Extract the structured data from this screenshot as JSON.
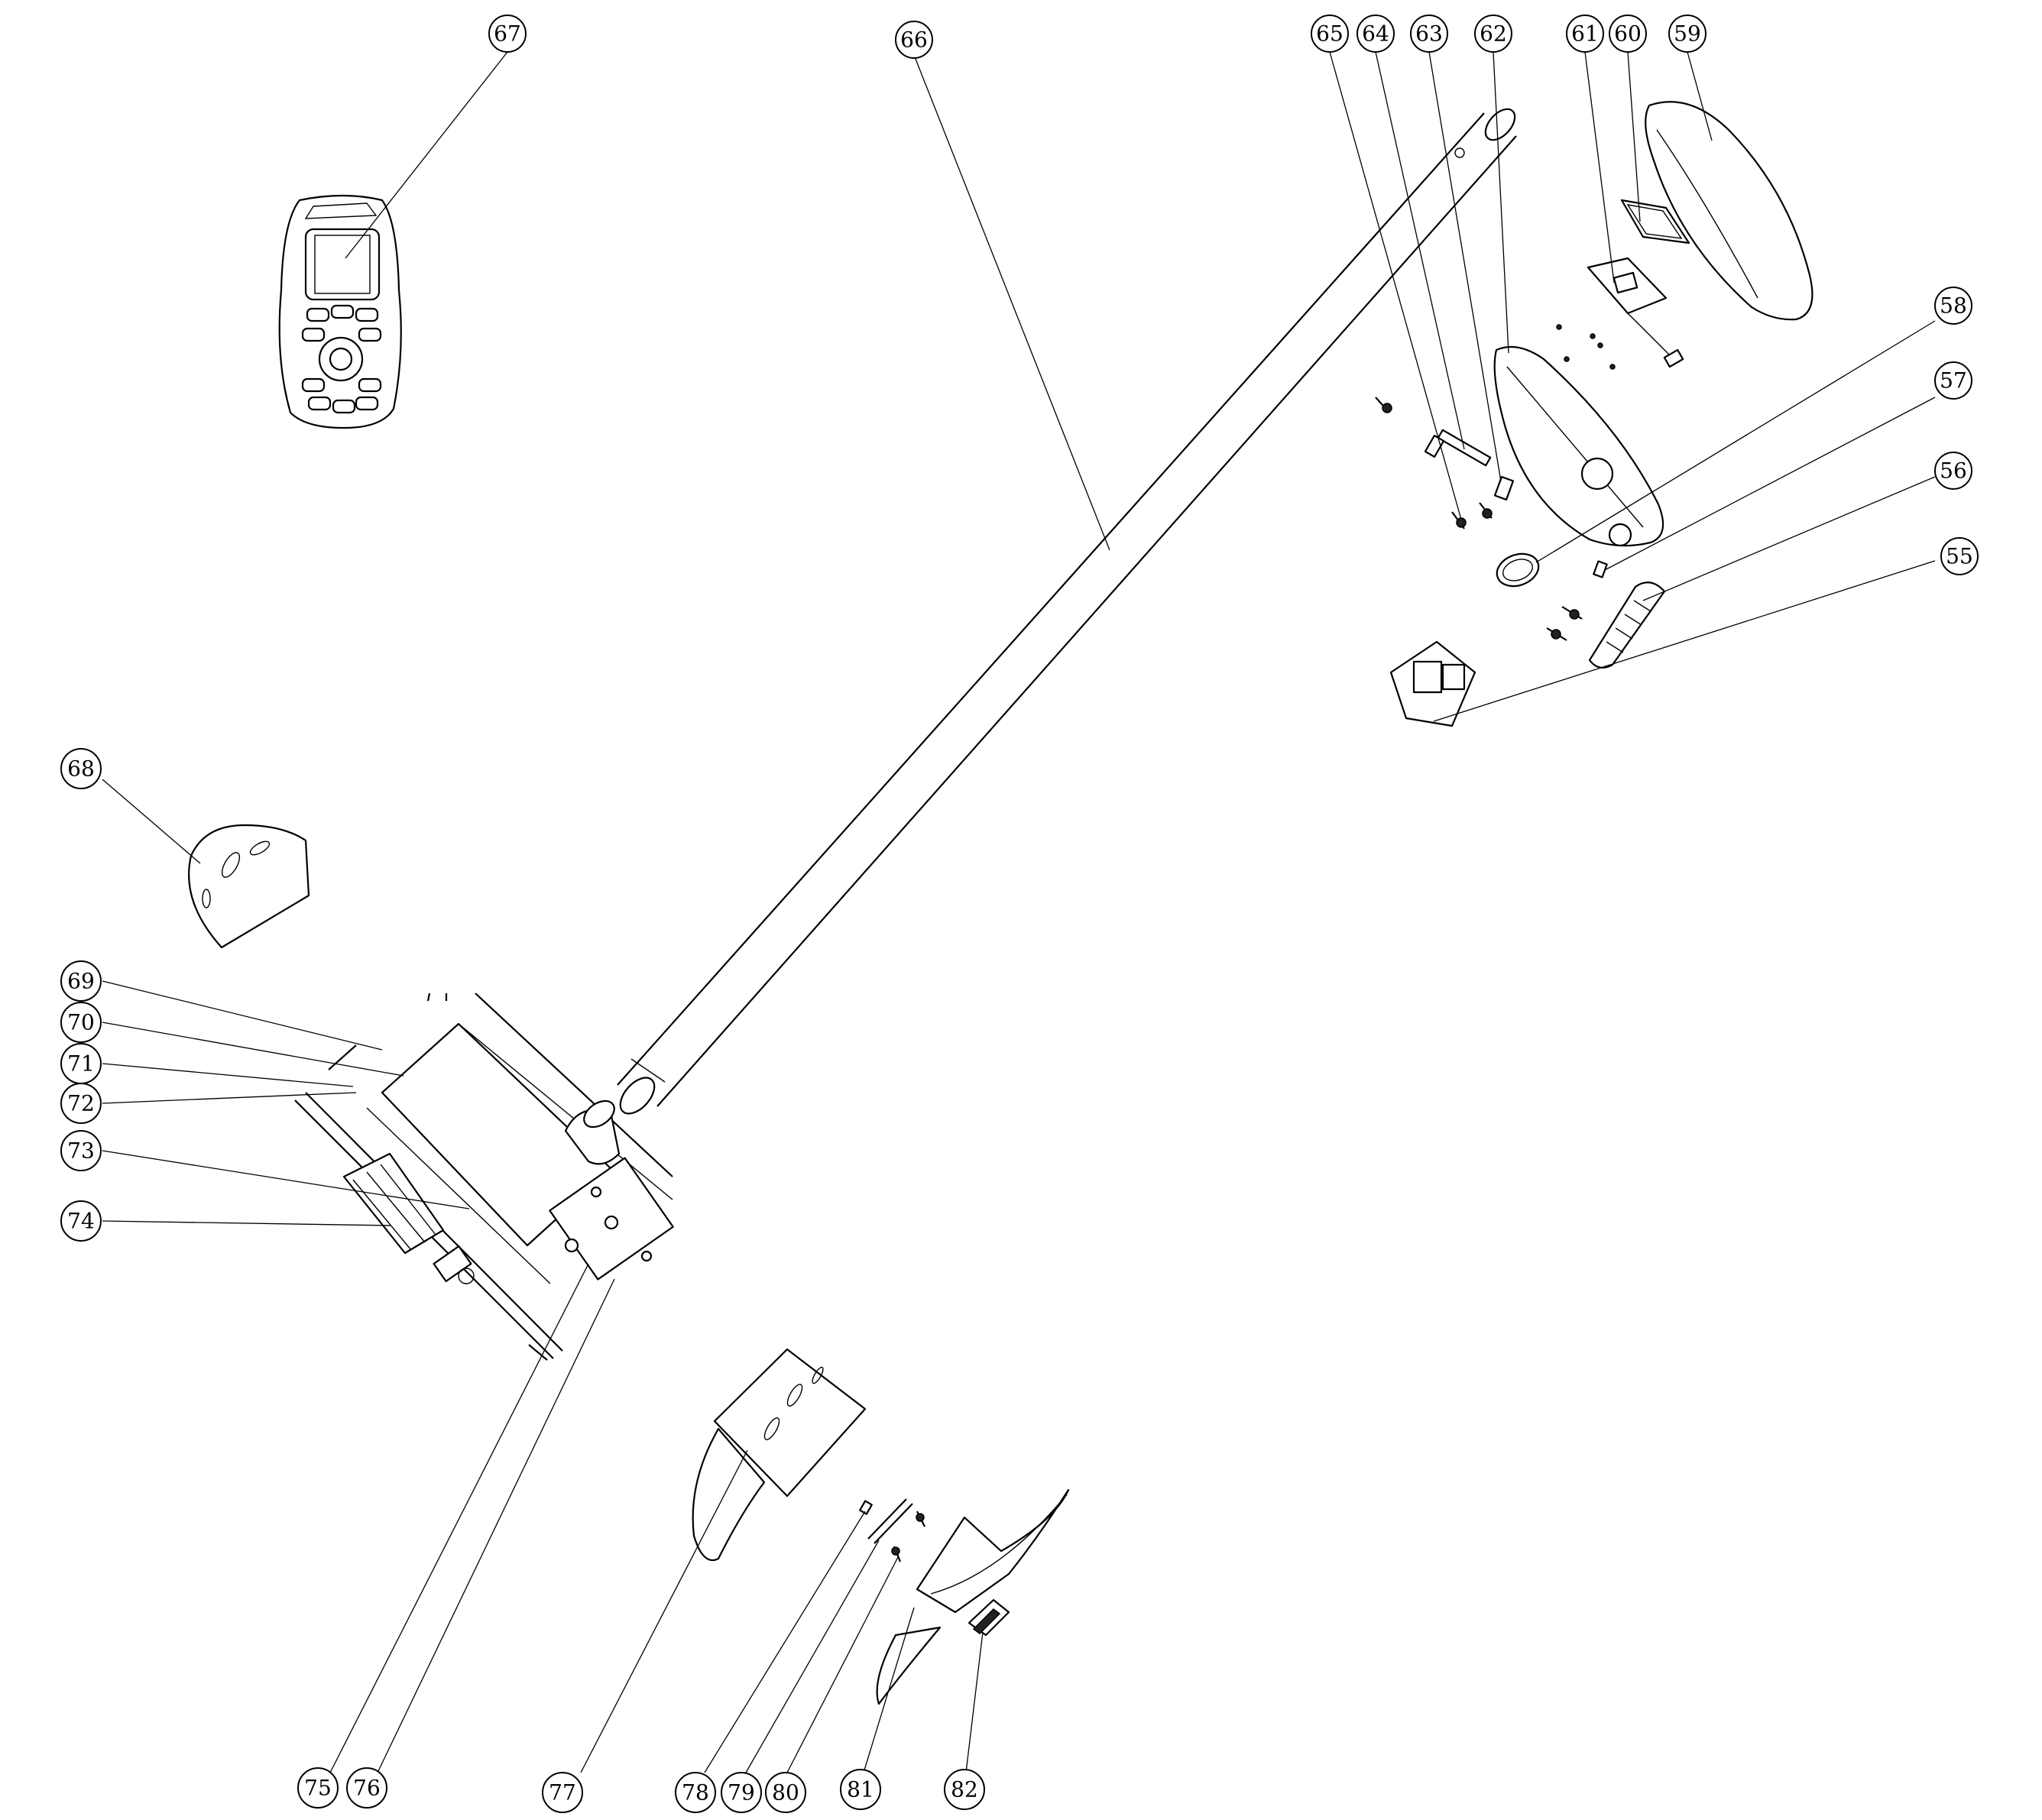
{
  "diagram": {
    "callouts": [
      {
        "id": "59",
        "label": "59"
      },
      {
        "id": "60",
        "label": "60"
      },
      {
        "id": "61",
        "label": "61"
      },
      {
        "id": "62",
        "label": "62"
      },
      {
        "id": "63",
        "label": "63"
      },
      {
        "id": "64",
        "label": "64"
      },
      {
        "id": "65",
        "label": "65"
      },
      {
        "id": "66",
        "label": "66"
      },
      {
        "id": "67",
        "label": "67"
      },
      {
        "id": "58",
        "label": "58"
      },
      {
        "id": "57",
        "label": "57"
      },
      {
        "id": "56",
        "label": "56"
      },
      {
        "id": "55",
        "label": "55"
      },
      {
        "id": "68",
        "label": "68"
      },
      {
        "id": "69",
        "label": "69"
      },
      {
        "id": "70",
        "label": "70"
      },
      {
        "id": "71",
        "label": "71"
      },
      {
        "id": "72",
        "label": "72"
      },
      {
        "id": "73",
        "label": "73"
      },
      {
        "id": "74",
        "label": "74"
      },
      {
        "id": "75",
        "label": "75"
      },
      {
        "id": "76",
        "label": "76"
      },
      {
        "id": "77",
        "label": "77"
      },
      {
        "id": "78",
        "label": "78"
      },
      {
        "id": "79",
        "label": "79"
      },
      {
        "id": "80",
        "label": "80"
      },
      {
        "id": "81",
        "label": "81"
      },
      {
        "id": "82",
        "label": "82"
      }
    ]
  }
}
